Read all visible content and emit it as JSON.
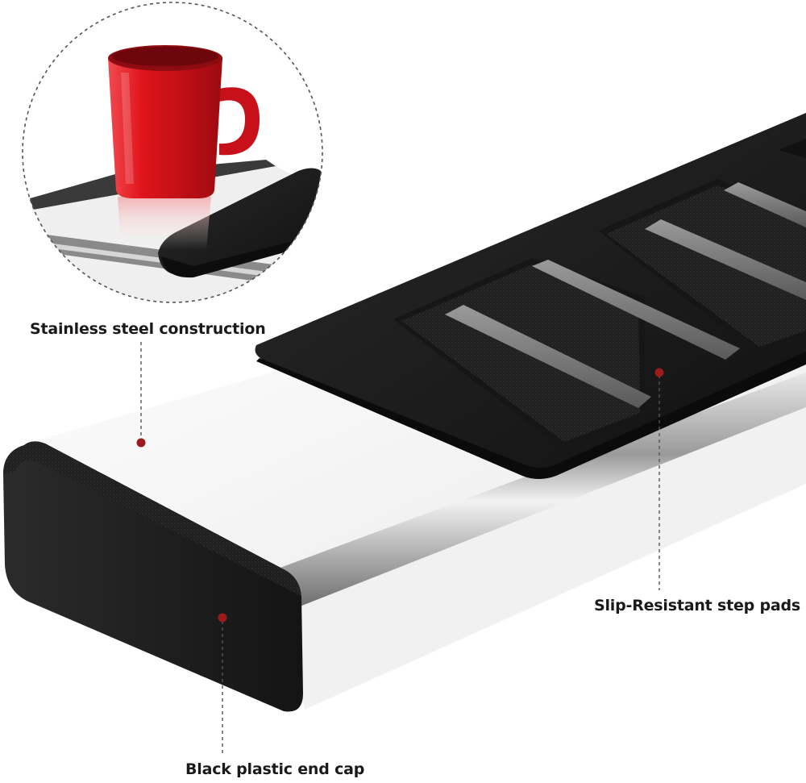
{
  "callouts": {
    "stainless": {
      "label": "Stainless steel construction"
    },
    "step_pads": {
      "label": "Slip-Resistant step pads"
    },
    "end_cap": {
      "label": "Black plastic end cap"
    }
  },
  "colors": {
    "marker_dot": "#9b1c1c",
    "leader_line": "#555555",
    "mug_red": "#e0141b",
    "pad_black": "#1c1c1c",
    "steel_white": "#f4f4f4"
  }
}
